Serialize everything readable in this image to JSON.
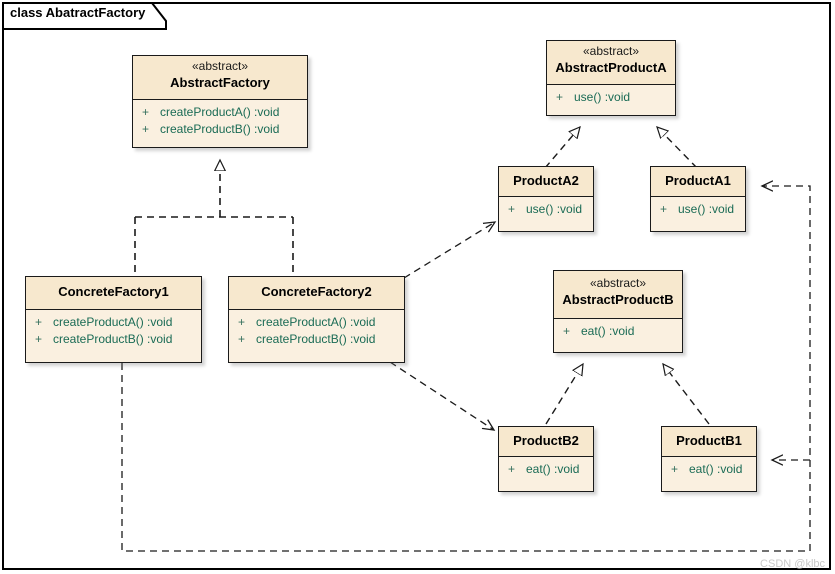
{
  "frame": {
    "title": "class AbatractFactory"
  },
  "watermark": "CSDN @klbc",
  "colors": {
    "class_header_fill": "#f7e8ce",
    "class_body_fill": "#faf0e0",
    "class_border": "#1a1a1a",
    "method_text": "#1a6b55",
    "connector": "#1a1a1a",
    "watermark_text": "#c8c8c8"
  },
  "classes": [
    {
      "id": "abstract-factory",
      "stereotype": "«abstract»",
      "name": "AbstractFactory",
      "methods": [
        {
          "visibility": "+",
          "signature": "createProductA()",
          "returns": ":void"
        },
        {
          "visibility": "+",
          "signature": "createProductB()",
          "returns": ":void"
        }
      ]
    },
    {
      "id": "abstract-product-a",
      "stereotype": "«abstract»",
      "name": "AbstractProductA",
      "methods": [
        {
          "visibility": "+",
          "signature": "use()",
          "returns": ":void"
        }
      ]
    },
    {
      "id": "product-a2",
      "stereotype": "",
      "name": "ProductA2",
      "methods": [
        {
          "visibility": "+",
          "signature": "use()",
          "returns": ":void"
        }
      ]
    },
    {
      "id": "product-a1",
      "stereotype": "",
      "name": "ProductA1",
      "methods": [
        {
          "visibility": "+",
          "signature": "use()",
          "returns": ":void"
        }
      ]
    },
    {
      "id": "concrete-factory1",
      "stereotype": "",
      "name": "ConcreteFactory1",
      "methods": [
        {
          "visibility": "+",
          "signature": "createProductA()",
          "returns": ":void"
        },
        {
          "visibility": "+",
          "signature": "createProductB()",
          "returns": ":void"
        }
      ]
    },
    {
      "id": "concrete-factory2",
      "stereotype": "",
      "name": "ConcreteFactory2",
      "methods": [
        {
          "visibility": "+",
          "signature": "createProductA()",
          "returns": ":void"
        },
        {
          "visibility": "+",
          "signature": "createProductB()",
          "returns": ":void"
        }
      ]
    },
    {
      "id": "abstract-product-b",
      "stereotype": "«abstract»",
      "name": "AbstractProductB",
      "methods": [
        {
          "visibility": "+",
          "signature": "eat()",
          "returns": ":void"
        }
      ]
    },
    {
      "id": "product-b2",
      "stereotype": "",
      "name": "ProductB2",
      "methods": [
        {
          "visibility": "+",
          "signature": "eat()",
          "returns": ":void"
        }
      ]
    },
    {
      "id": "product-b1",
      "stereotype": "",
      "name": "ProductB1",
      "methods": [
        {
          "visibility": "+",
          "signature": "eat()",
          "returns": ":void"
        }
      ]
    }
  ],
  "connectors": [
    {
      "id": "cf1-realizes-af",
      "from": "ConcreteFactory1",
      "to": "AbstractFactory",
      "type": "realization"
    },
    {
      "id": "cf2-realizes-af",
      "from": "ConcreteFactory2",
      "to": "AbstractFactory",
      "type": "realization"
    },
    {
      "id": "pa2-realizes-apa",
      "from": "ProductA2",
      "to": "AbstractProductA",
      "type": "realization"
    },
    {
      "id": "pa1-realizes-apa",
      "from": "ProductA1",
      "to": "AbstractProductA",
      "type": "realization"
    },
    {
      "id": "pb2-realizes-apb",
      "from": "ProductB2",
      "to": "AbstractProductB",
      "type": "realization"
    },
    {
      "id": "pb1-realizes-apb",
      "from": "ProductB1",
      "to": "AbstractProductB",
      "type": "realization"
    },
    {
      "id": "cf2-depends-pa2",
      "from": "ConcreteFactory2",
      "to": "ProductA2",
      "type": "dependency"
    },
    {
      "id": "cf2-depends-pb2",
      "from": "ConcreteFactory2",
      "to": "ProductB2",
      "type": "dependency"
    },
    {
      "id": "cf1-depends-pa1",
      "from": "ConcreteFactory1",
      "to": "ProductA1",
      "type": "dependency"
    },
    {
      "id": "cf1-depends-pb1",
      "from": "ConcreteFactory1",
      "to": "ProductB1",
      "type": "dependency"
    }
  ]
}
